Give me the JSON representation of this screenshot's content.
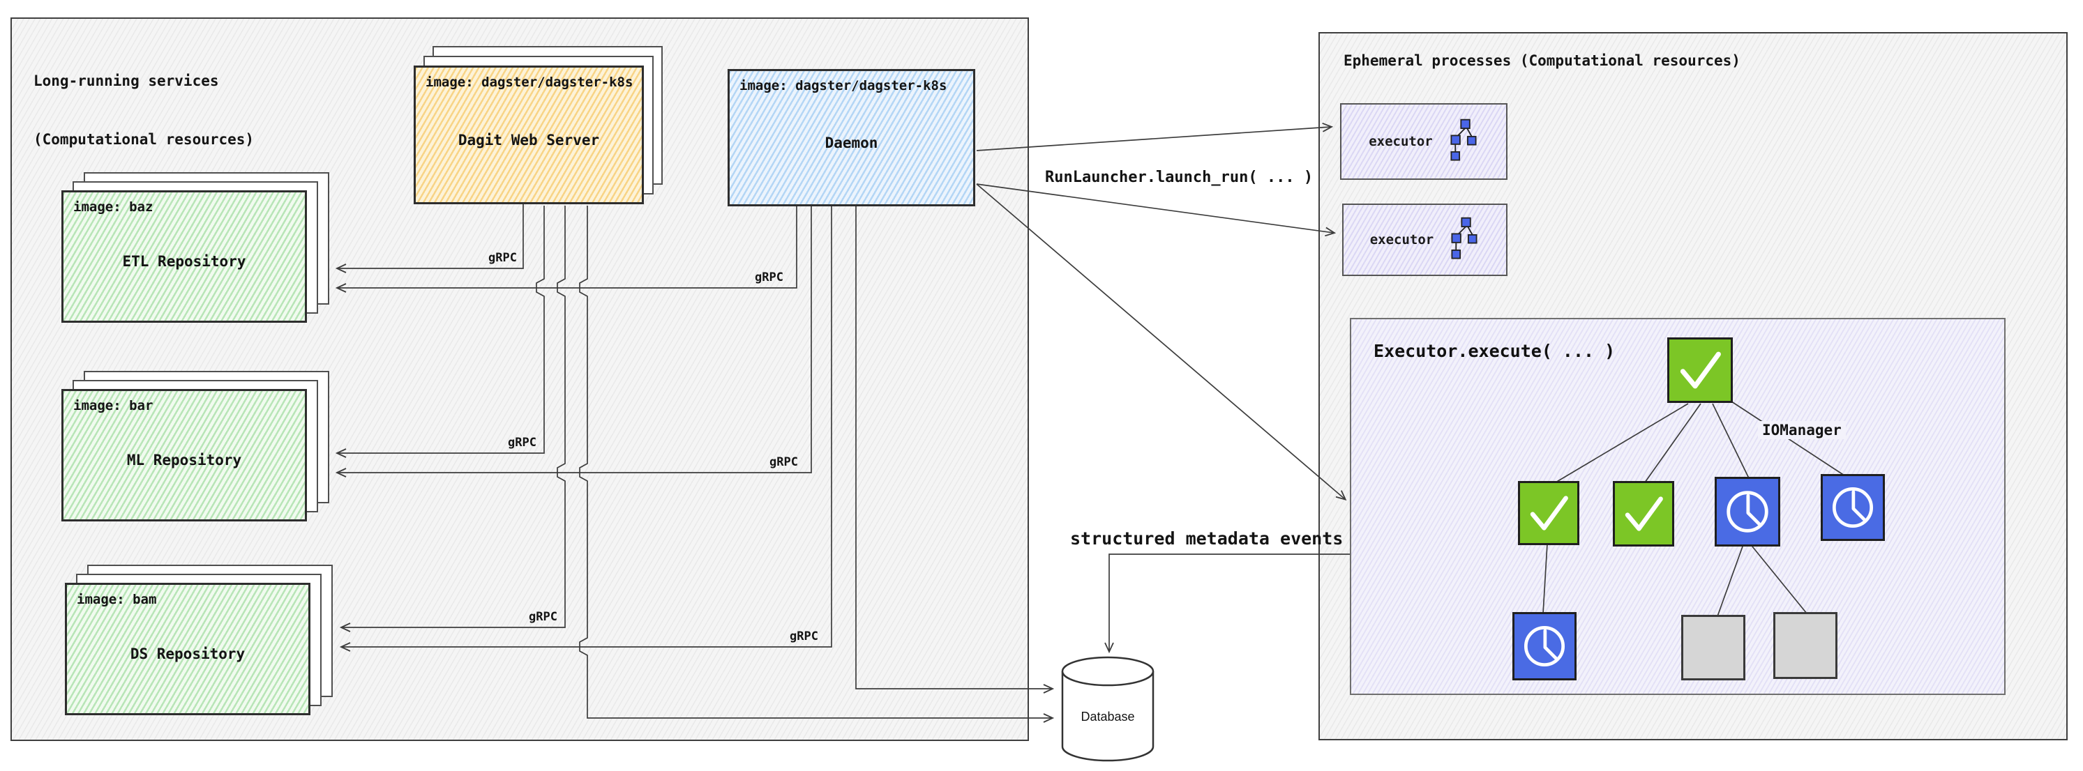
{
  "left_panel": {
    "title_line1": "Long-running services",
    "title_line2": "(Computational resources)"
  },
  "dagit": {
    "image_label": "image: dagster/dagster-k8s",
    "title": "Dagit Web Server"
  },
  "daemon": {
    "image_label": "image: dagster/dagster-k8s",
    "title": "Daemon"
  },
  "repositories": [
    {
      "image_label": "image: baz",
      "title": "ETL Repository"
    },
    {
      "image_label": "image: bar",
      "title": "ML Repository"
    },
    {
      "image_label": "image: bam",
      "title": "DS Repository"
    }
  ],
  "connections": {
    "grpc_label": "gRPC",
    "run_launcher_label": "RunLauncher.launch_run( ... )",
    "metadata_events_label": "structured metadata events"
  },
  "database": {
    "label": "Database"
  },
  "right_panel": {
    "title": "Ephemeral processes (Computational resources)",
    "executors": [
      {
        "label": "executor"
      },
      {
        "label": "executor"
      }
    ]
  },
  "execute_box": {
    "title": "Executor.execute( ... )",
    "iomanager_label": "IOManager",
    "dag": {
      "nodes": [
        {
          "id": "op-1",
          "row": 0,
          "status": "success"
        },
        {
          "id": "op-2",
          "row": 1,
          "status": "success"
        },
        {
          "id": "op-3",
          "row": 1,
          "status": "success"
        },
        {
          "id": "op-4",
          "row": 1,
          "status": "in-progress"
        },
        {
          "id": "op-5",
          "row": 1,
          "status": "in-progress"
        },
        {
          "id": "op-6",
          "row": 2,
          "status": "in-progress"
        },
        {
          "id": "op-7",
          "row": 2,
          "status": "queued"
        },
        {
          "id": "op-8",
          "row": 2,
          "status": "queued"
        }
      ],
      "edges": [
        [
          "op-1",
          "op-2"
        ],
        [
          "op-1",
          "op-3"
        ],
        [
          "op-1",
          "op-4"
        ],
        [
          "op-1",
          "op-5"
        ],
        [
          "op-2",
          "op-6"
        ],
        [
          "op-4",
          "op-7"
        ],
        [
          "op-4",
          "op-8"
        ]
      ]
    }
  },
  "colors": {
    "success_green": "#7cc626",
    "pending_blue": "#4a6be4",
    "queued_gray": "#d6d6d6",
    "dagit_yellow": "#f6c55f",
    "daemon_blue": "#92c4f0",
    "repo_green": "#82d082",
    "lavender": "#aca5e6"
  }
}
